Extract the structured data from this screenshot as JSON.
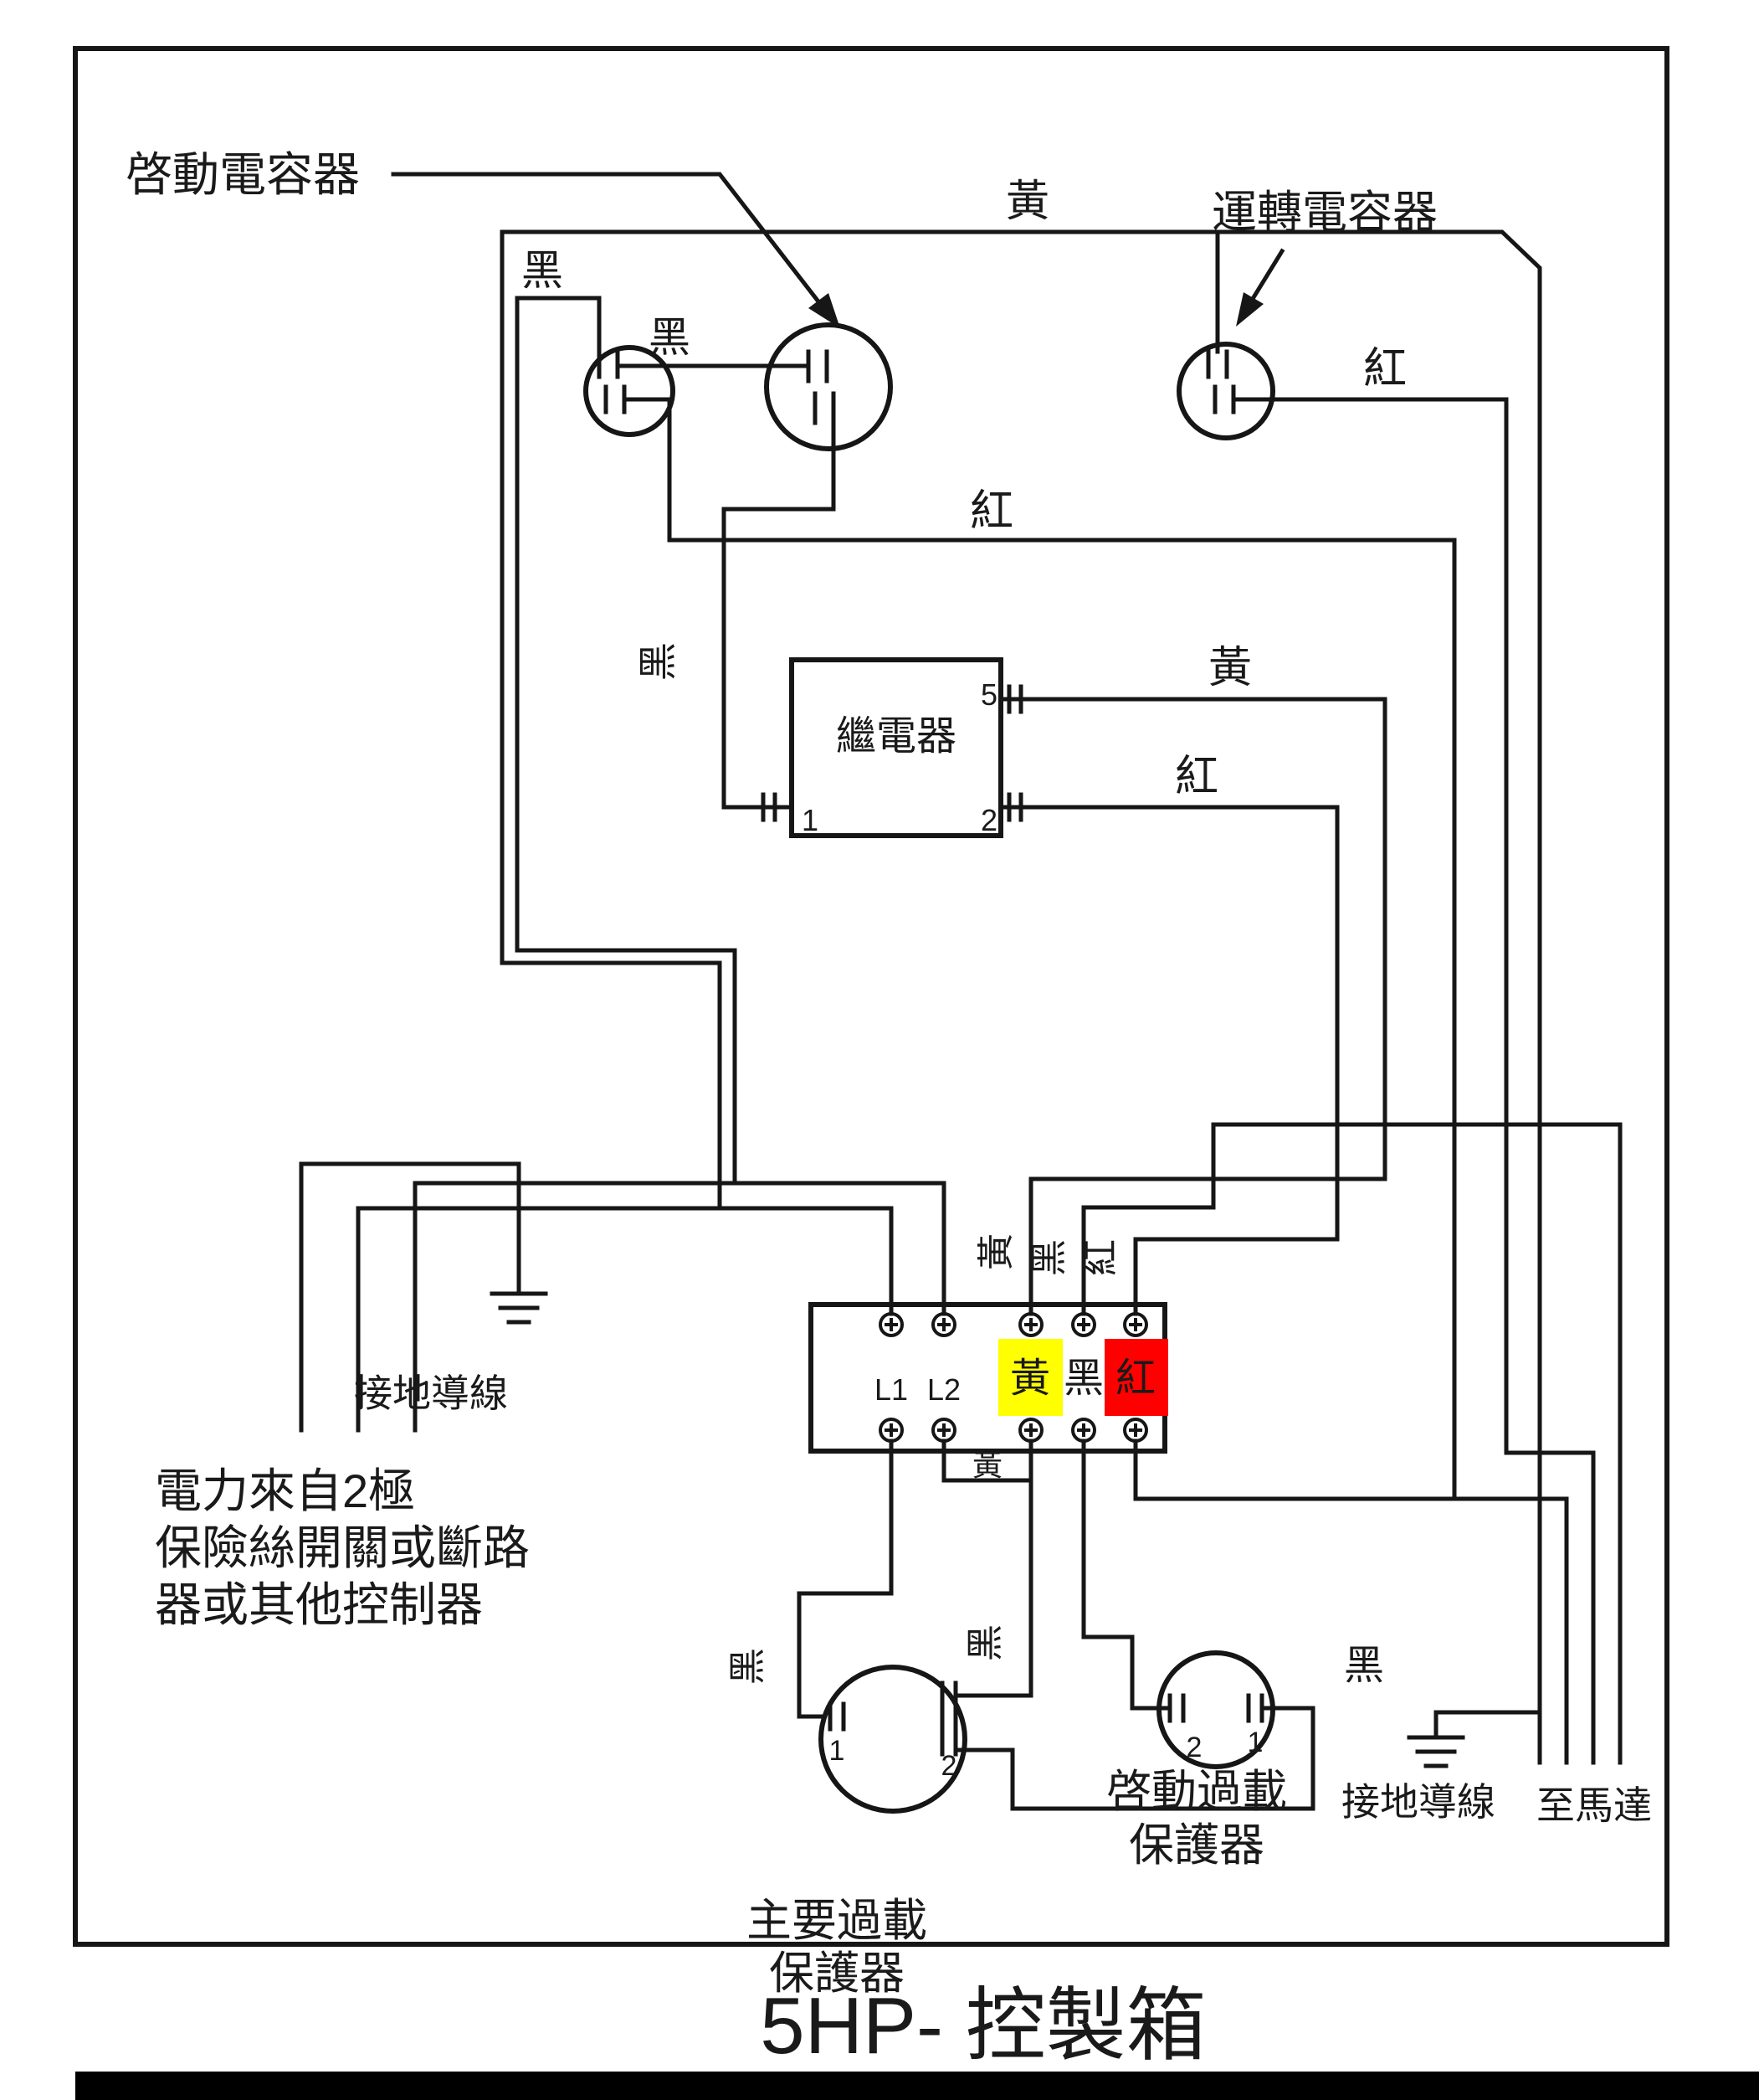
{
  "title": "5HP- 控製箱",
  "colors": {
    "wire": "#161616",
    "highlight_yellow": "#ffff00",
    "highlight_red": "#ff0000"
  },
  "capacitors": {
    "start_cap_label": "啓動電容器",
    "run_cap_label": "運轉電容器",
    "black_label_1": "黑",
    "black_label_2": "黑",
    "yellow_top_label": "黃",
    "red_runcap_label": "紅",
    "red_long_label": "紅",
    "rotated_black_mid": "黑"
  },
  "relay": {
    "name": "繼電器",
    "pin5": "5",
    "pin1": "1",
    "pin2": "2",
    "yellow_out_label": "黃",
    "red_out_label": "紅"
  },
  "terminal_block": {
    "l1": "L1",
    "l2": "L2",
    "yellow_cell": "黃",
    "black_cell": "黑",
    "red_cell": "紅",
    "rotated_yellow": "黃",
    "rotated_black": "黑",
    "rotated_red": "紅",
    "jumper_label": "黃"
  },
  "bottom": {
    "power_text_line1": "電力來自2極",
    "power_text_line2": "保險絲開關或斷路",
    "power_text_line3": "器或其他控制器",
    "ground_label_left": "接地導線",
    "ground_label_right": "接地導線",
    "to_motor_label": "至馬達",
    "main_overload_line1": "主要過載",
    "main_overload_line2": "保護器",
    "start_overload_line1": "啓動過載",
    "start_overload_line2": "保護器",
    "main_pin1": "1",
    "main_pin2": "2",
    "start_pin2": "2",
    "start_pin1": "1",
    "rotated_black_left": "黑",
    "rotated_black_center": "黑",
    "black_right_label": "黑"
  }
}
